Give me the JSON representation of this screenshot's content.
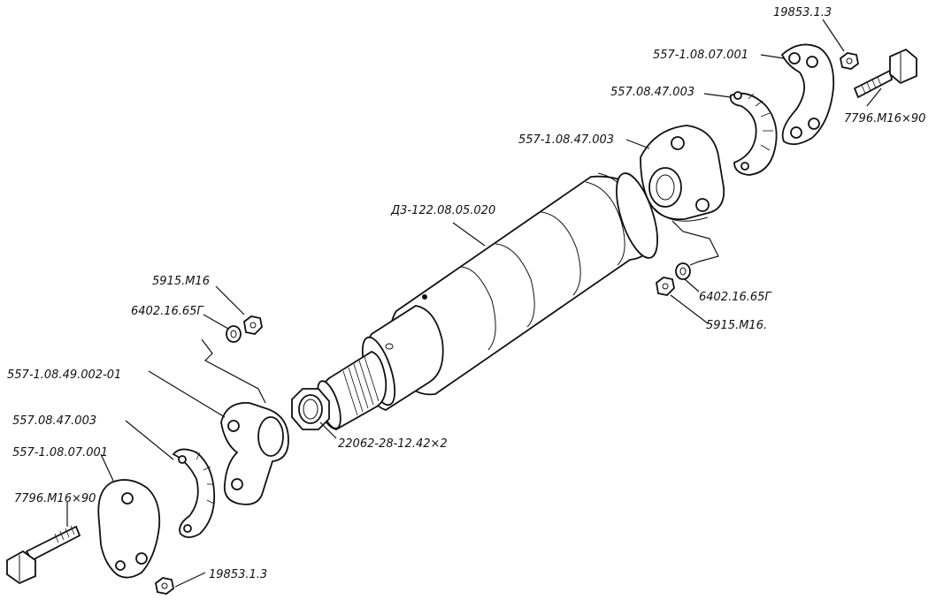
{
  "labels": {
    "nut_top": "19853.1.3",
    "clamp_right": "557-1.08.07.001",
    "gasket_right": "557.08.47.003",
    "bolt_right": "7796.M16×90",
    "flange_right": "557-1.08.47.003",
    "cylinder": "Д3-122.08.05.020",
    "washer_right": "6402.16.65Г",
    "nut_right": "5915.M16.",
    "nut_left": "5915.M16",
    "washer_left": "6402.16.65Г",
    "flange_left": "557-1.08.49.002-01",
    "gasket_left": "557.08.47.003",
    "clamp_left": "557-1.08.07.001",
    "bolt_left": "7796.M16×90",
    "nut_22062": "22062-28-12.42×2",
    "nut_bottom": "19853.1.3"
  }
}
